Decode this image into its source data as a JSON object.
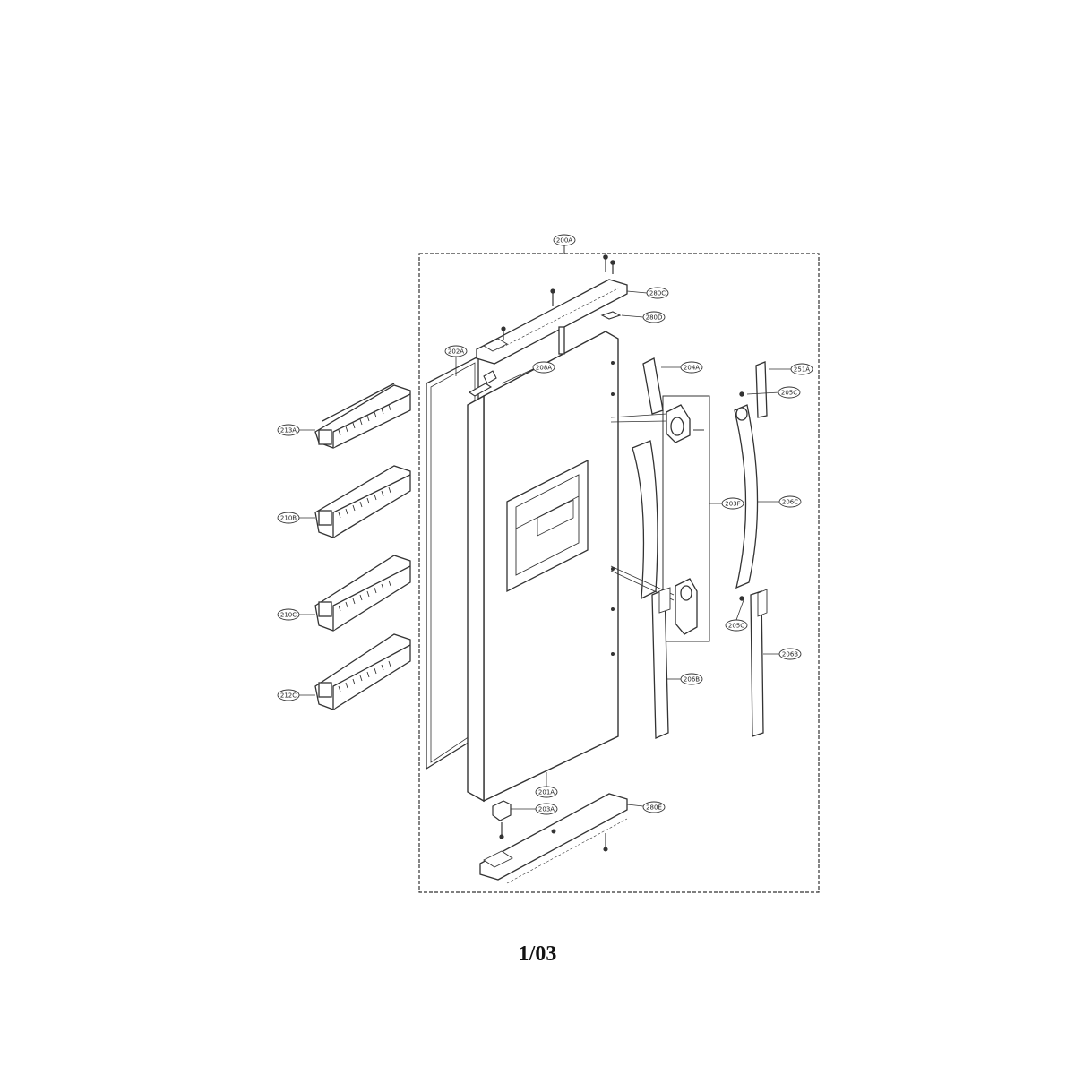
{
  "diagram": {
    "callouts": {
      "assembly": "200A",
      "hinge_cover_top": "280C",
      "hinge_shim": "280D",
      "bracket_top_left": "208A",
      "gasket": "202A",
      "handle_cap_upper": "204A",
      "handle_cap_right": "251A",
      "screw_upper_right": "205C",
      "handle_assembly": "203F",
      "handle_bar_right": "206C",
      "screw_lower_right": "205C",
      "handle_trim_right": "206B",
      "handle_trim_left": "206B",
      "door_panel": "201A",
      "bottom_hinge": "203A",
      "bottom_cover": "280E",
      "basket_1": "213A",
      "basket_2": "210B",
      "basket_3": "210C",
      "basket_4": "212C"
    },
    "page_number": "1/03"
  }
}
